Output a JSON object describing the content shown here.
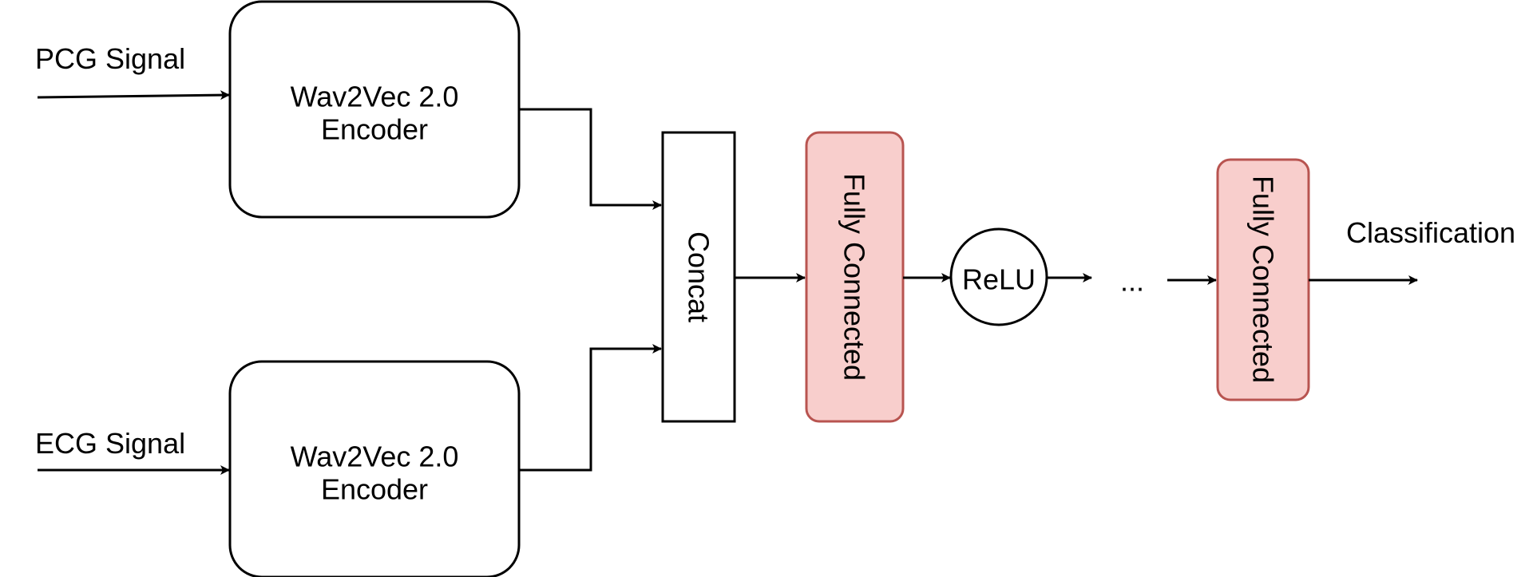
{
  "inputs": {
    "pcg_label": "PCG Signal",
    "ecg_label": "ECG Signal"
  },
  "encoders": {
    "top": {
      "line1": "Wav2Vec 2.0",
      "line2": "Encoder"
    },
    "bottom": {
      "line1": "Wav2Vec 2.0",
      "line2": "Encoder"
    }
  },
  "concat_label": "Concat",
  "fc1_label": "Fully Connected",
  "relu_label": "ReLU",
  "ellipsis": "...",
  "fc2_label": "Fully Connected",
  "output_label": "Classification",
  "colors": {
    "fc_fill": "#f8cecc",
    "fc_stroke": "#b85450"
  }
}
